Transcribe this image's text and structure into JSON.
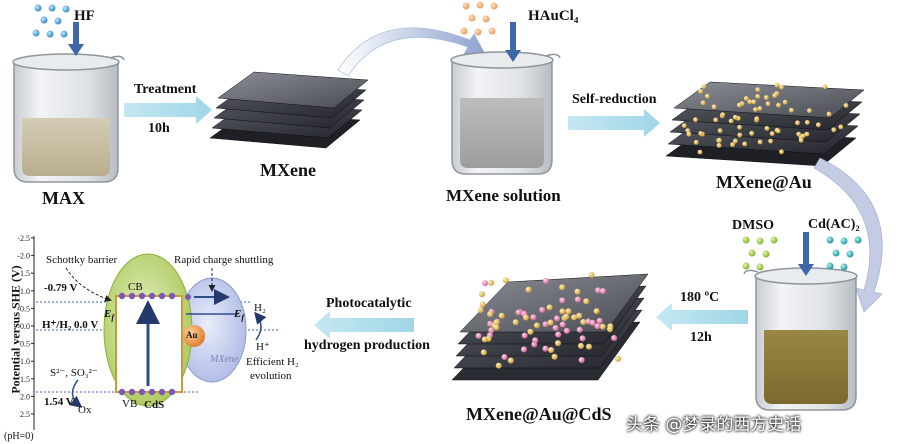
{
  "step1": {
    "reagent": "HF",
    "material": "MAX",
    "arrow_top": "Treatment",
    "arrow_bottom": "10h",
    "product": "MXene"
  },
  "step2": {
    "reagent": "HAuCl₄",
    "material": "MXene solution",
    "arrow_top": "Self-reduction",
    "product": "MXene@Au"
  },
  "step3": {
    "reagent_a": "DMSO",
    "reagent_b": "Cd(AC)₂",
    "arrow_top": "180 ºC",
    "arrow_bottom": "12h",
    "product": "MXene@Au@CdS"
  },
  "step4": {
    "arrow_top": "Photocatalytic",
    "arrow_bottom": "hydrogen production"
  },
  "band_diagram": {
    "y_axis_label": "Potential versus SHE (V)",
    "y_ticks": [
      "-2.5",
      "-2.0",
      "-1.5",
      "-1.0",
      "-0.5",
      "0.0",
      "0.5",
      "1.0",
      "1.5",
      "2.0",
      "2.5"
    ],
    "schottky": "Schottky barrier",
    "rapid": "Rapid charge shuttling",
    "cb_potential": "-0.79 V",
    "h_potential": "H⁺/H₂ 0.0 V",
    "vb_potential": "1.54 V",
    "cb": "CB",
    "vb": "VB",
    "ef": "E",
    "ef_sub": "f",
    "cds": "CdS",
    "au": "Au",
    "mxene": "MXene",
    "h2": "H₂",
    "hplus": "H⁺",
    "efficient": "Efficient H₂",
    "evolution": "evolution",
    "sulfide": "S²⁻, SO₃²⁻",
    "ox": "Ox",
    "ph": "(pH=0)"
  },
  "watermark": "头条 @梦录的西方史话",
  "colors": {
    "arrow": "#a9dcea",
    "beaker_liquid_1": "#c9c0a6",
    "beaker_liquid_2": "#b1b1b1",
    "beaker_liquid_3": "#8f7a36",
    "au_particle": "#d9b55a",
    "cds_particle": "#e58fb2",
    "green_shell": "#b2cc5a",
    "blue_shell": "#b9c5ea"
  }
}
